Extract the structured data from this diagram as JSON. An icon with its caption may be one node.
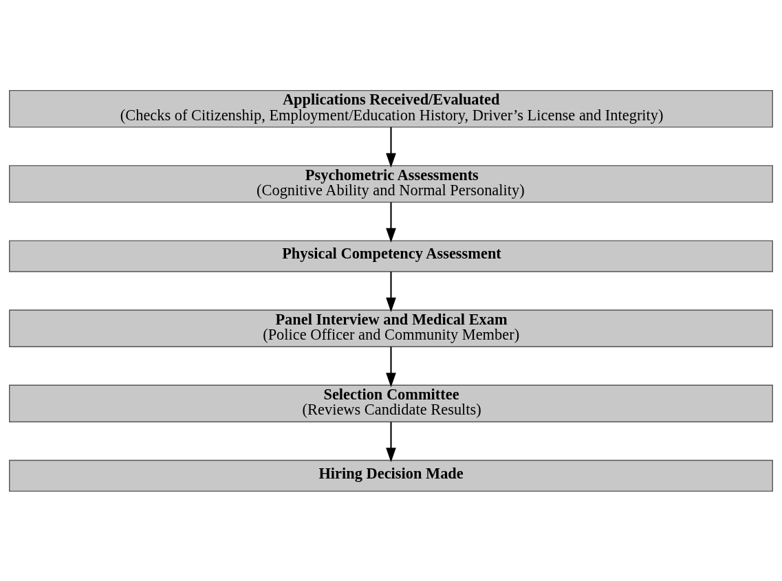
{
  "diagram": {
    "nodes": [
      {
        "text": [
          "Applications Received/Evaluated",
          "(Checks of Citizenship, Employment/Education History, Driver’s License and Integrity)"
        ]
      },
      {
        "text": [
          "Psychometric Assessments",
          "(Cognitive Ability and Normal Personality)"
        ]
      },
      {
        "text": [
          "Physical Competency Assessment"
        ]
      },
      {
        "text": [
          "Panel Interview and Medical Exam",
          "(Police Officer and Community Member)"
        ]
      },
      {
        "text": [
          "Selection Committee",
          "(Reviews Candidate Results)"
        ]
      },
      {
        "text": [
          "Hiring Decision Made"
        ]
      }
    ],
    "edges": [
      {
        "from": 0,
        "to": 1,
        "arrow": "to"
      },
      {
        "from": 1,
        "to": 2,
        "arrow": "to"
      },
      {
        "from": 2,
        "to": 3,
        "arrow": "to"
      },
      {
        "from": 3,
        "to": 4,
        "arrow": "to"
      },
      {
        "from": 4,
        "to": 5,
        "arrow": "to"
      }
    ]
  }
}
